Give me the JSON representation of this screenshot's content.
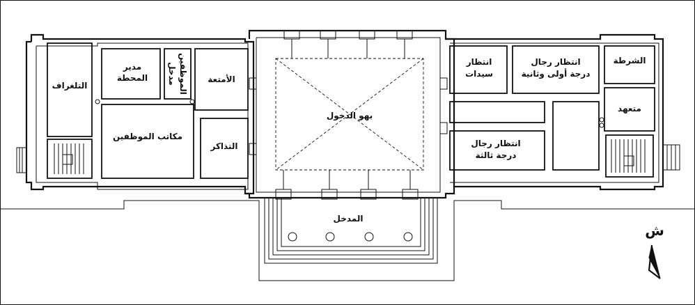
{
  "labels": {
    "telegraph": "التلغراف",
    "station_manager_1": "مدير",
    "station_manager_2": "المحطة",
    "staff_entrance_1": "مدخل",
    "staff_entrance_2": "الموظفين",
    "luggage": "الأمتعة",
    "staff_offices": "مكاتب الموظفين",
    "tickets": "التذاكر",
    "entrance_hall": "بهو الدخول",
    "ladies_waiting_1": "انتظار",
    "ladies_waiting_2": "سيدات",
    "men_waiting_first_1": "انتظار رجال",
    "men_waiting_first_2": "درجة أولى وثانية",
    "police": "الشرطة",
    "contractor": "متعهد",
    "men_waiting_third_1": "انتظار رجال",
    "men_waiting_third_2": "درجة ثالثة",
    "entrance": "المدخل"
  },
  "north_arrow": {
    "label": "ش"
  }
}
